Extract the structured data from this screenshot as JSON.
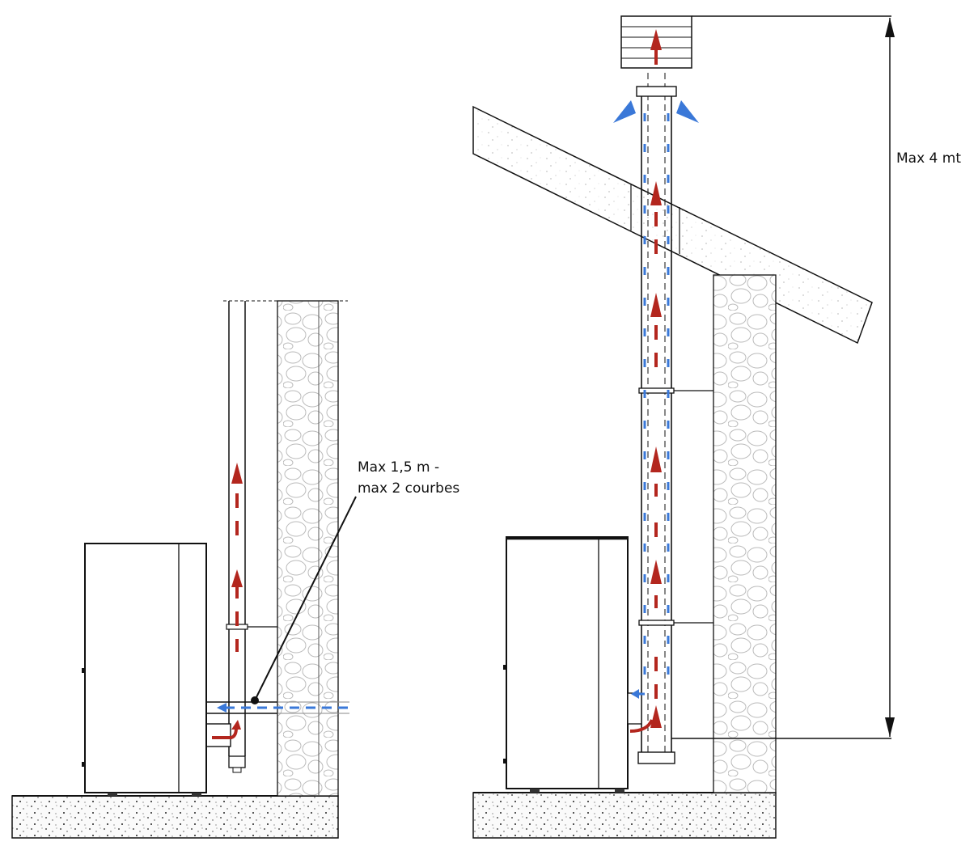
{
  "labels": {
    "left_line1": "Max 1,5 m -",
    "left_line2": "max 2 courbes",
    "right": "Max 4 mt"
  },
  "colors": {
    "exhaust": "#b3261e",
    "intake": "#3a78d8",
    "line": "#111111"
  }
}
